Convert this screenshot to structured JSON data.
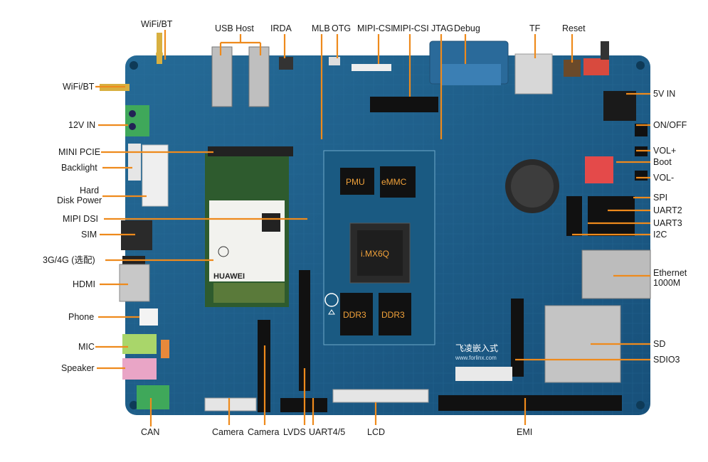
{
  "labels": {
    "wifi_bt_top": "WiFi/BT",
    "wifi_bt_left": "WiFi/BT",
    "usb_host": "USB Host",
    "irda": "IRDA",
    "mlb": "MLB",
    "otg": "OTG",
    "mipi_csi_1": "MIPI-CSI",
    "mipi_csi_2": "MIPI-CSI",
    "jtag": "JTAG",
    "debug": "Debug",
    "tf": "TF",
    "reset": "Reset",
    "v12_in": "12V IN",
    "mini_pcie": "MINI PCIE",
    "backlight": "Backlight",
    "hard_disk_power_1": "Hard",
    "hard_disk_power_2": "Disk Power",
    "mipi_dsi": "MIPI DSI",
    "sim": "SIM",
    "g34": "3G/4G (选配)",
    "hdmi": "HDMI",
    "phone": "Phone",
    "mic": "MIC",
    "speaker": "Speaker",
    "can": "CAN",
    "camera_1": "Camera",
    "camera_2": "Camera",
    "lvds": "LVDS",
    "uart45": "UART4/5",
    "lcd": "LCD",
    "emi": "EMI",
    "v5_in": "5V IN",
    "on_off": "ON/OFF",
    "vol_plus": "VOL+",
    "boot": "Boot",
    "vol_minus": "VOL-",
    "spi": "SPI",
    "uart2": "UART2",
    "uart3": "UART3",
    "i2c": "I2C",
    "ethernet_1": "Ethernet",
    "ethernet_2": "1000M",
    "sd": "SD",
    "sdio3": "SDIO3"
  },
  "board_text": {
    "pmu": "PMU",
    "emmc": "eMMC",
    "soc": "i.MX6Q",
    "ddr3_left": "DDR3",
    "ddr3_right": "DDR3",
    "modem_brand": "HUAWEI",
    "vendor_logo": "飞凌嵌入式",
    "vendor_url": "www.forlinx.com"
  },
  "colors": {
    "board": "#1d5f86",
    "board_dark": "#164c6e",
    "callout": "#ee8a1c",
    "chip_label": "#f2a23a"
  }
}
